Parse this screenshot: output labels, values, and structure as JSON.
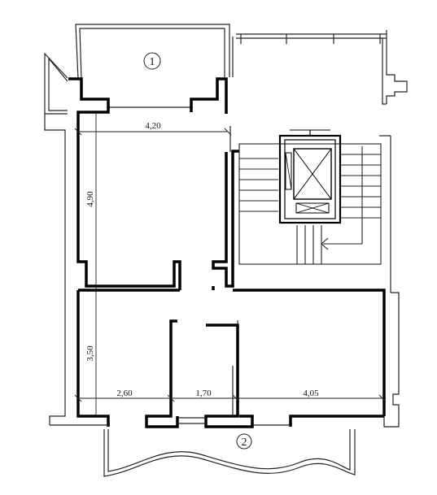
{
  "plan": {
    "markers": [
      {
        "id": "balcony-upper",
        "label": "1"
      },
      {
        "id": "balcony-lower",
        "label": "2"
      }
    ],
    "dimensions": {
      "top_room_width": "4,20",
      "top_room_height": "4,90",
      "bottom_height": "3,50",
      "bottom_left_width": "2,60",
      "bottom_mid_width": "1,70",
      "bottom_right_width": "4,05"
    },
    "colors": {
      "wall": "#000000",
      "thin": "#222222",
      "background": "#ffffff"
    }
  }
}
